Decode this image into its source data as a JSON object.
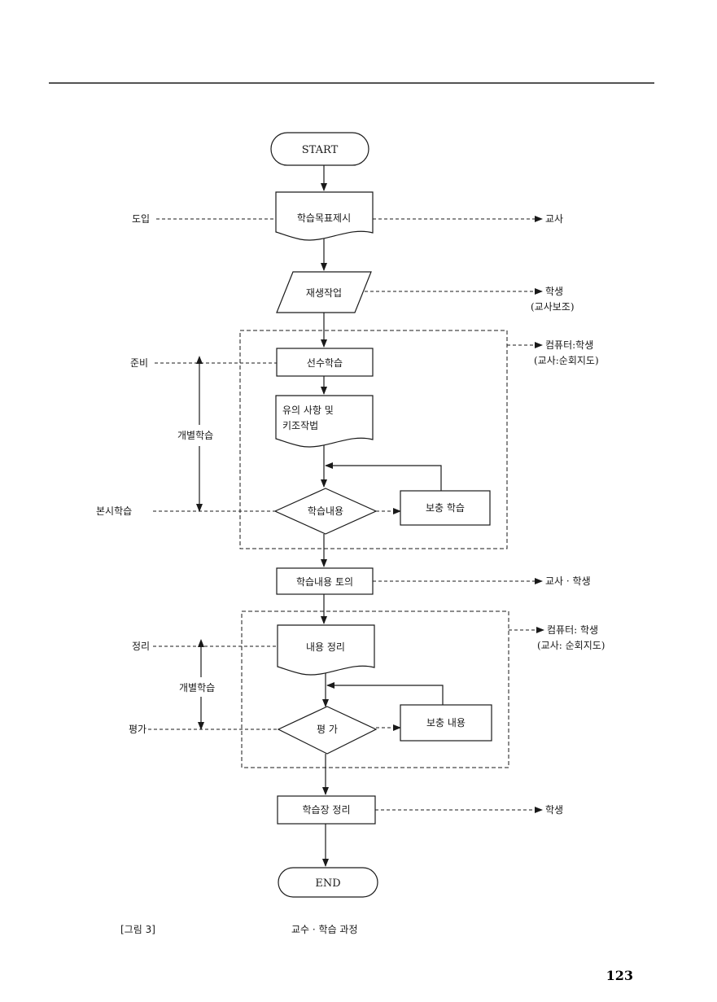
{
  "nodes": {
    "start": "START",
    "goal_present": "학습목표제시",
    "reproduction": "재생작업",
    "prior_learning": "선수학습",
    "notes_line1": "유의 사항 및",
    "notes_line2": "키조작법",
    "learning_content": "학습내용",
    "supplementary_learning": "보충 학습",
    "content_discussion": "학습내용 토의",
    "content_summary": "내용 정리",
    "evaluation": "평 가",
    "supplementary_content": "보충 내용",
    "worksheet_summary": "학습장 정리",
    "end": "END"
  },
  "left_labels": {
    "intro": "도입",
    "prep": "준비",
    "individual_1": "개별학습",
    "main_learning": "본시학습",
    "summary": "정리",
    "individual_2": "개별학습",
    "assessment": "평가"
  },
  "right_labels": {
    "teacher": "교사",
    "student_1": "학생",
    "teacher_assist": "(교사보조)",
    "computer_student_1": "컴퓨터:학생",
    "teacher_tour_1": "(교사:순회지도)",
    "teacher_student": "교사 · 학생",
    "computer_student_2": "컴퓨터: 학생",
    "teacher_tour_2": "(교사: 순회지도)",
    "student_2": "학생"
  },
  "caption": {
    "figure_no": "[그림 3]",
    "title": "교수 · 학습 과정"
  },
  "page_number": "123"
}
